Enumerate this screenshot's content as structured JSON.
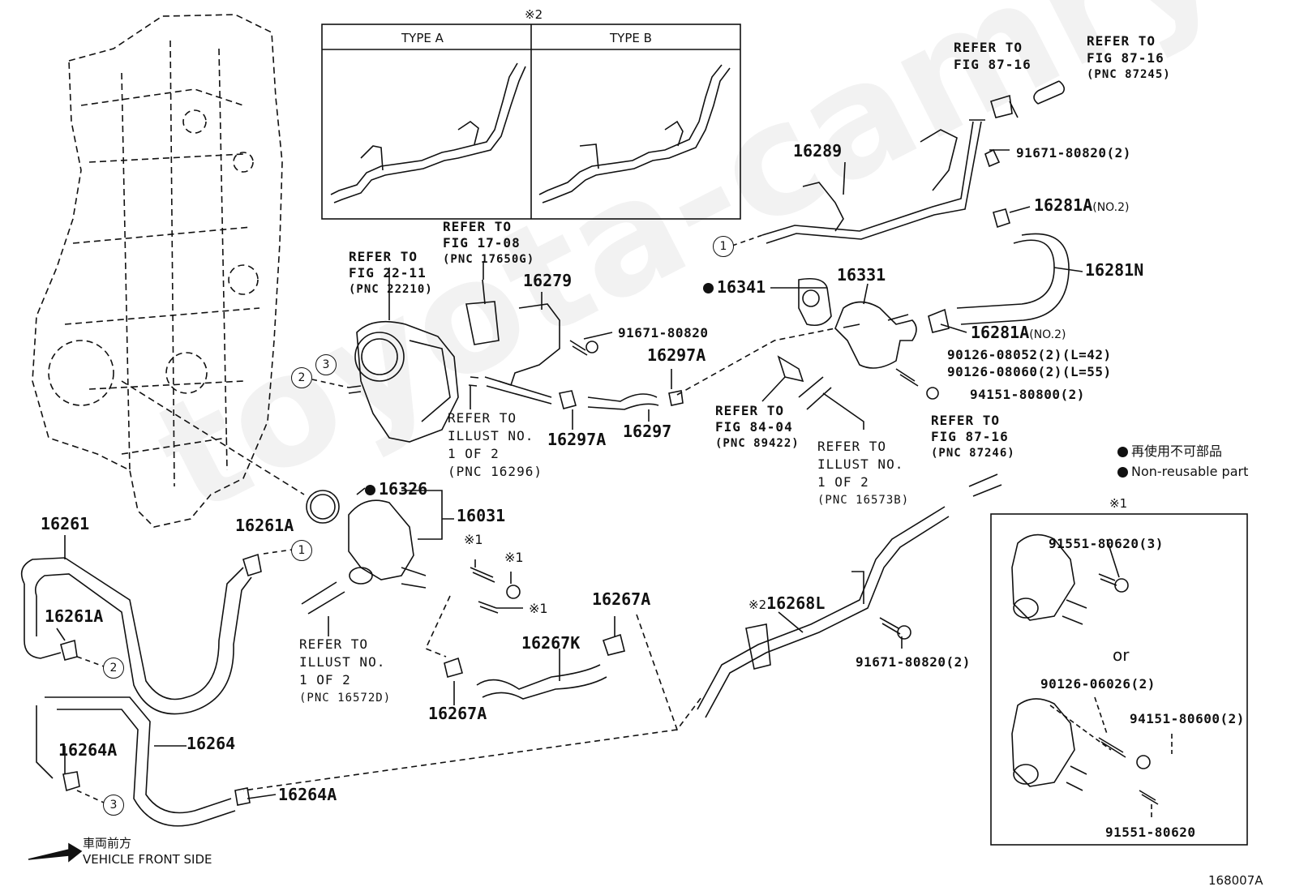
{
  "diagram_id": "168007A",
  "watermark": "toyota-camry.ru",
  "legend": {
    "jp": "再使用不可部品",
    "en": "Non-reusable part"
  },
  "front": {
    "jp": "車両前方",
    "en": "VEHICLE FRONT SIDE"
  },
  "box2": {
    "mark": "※2",
    "type_a": "TYPE A",
    "type_b": "TYPE B"
  },
  "box1": {
    "mark": "※1",
    "or": "or",
    "p1": "91551-80620(3)",
    "p2": "90126-06026(2)",
    "p3": "94151-80600(2)",
    "p4": "91551-80620"
  },
  "circles": [
    "1",
    "2",
    "3"
  ],
  "parts": {
    "p16289": "16289",
    "p91671_top": "91671-80820(2)",
    "p16281A_top": "16281A",
    "no2": "(NO.2)",
    "p16281N": "16281N",
    "p16281A_mid": "16281A",
    "p16341": "16341",
    "p16331": "16331",
    "p16279": "16279",
    "p91671_mid": "91671-80820",
    "p16297A_top": "16297A",
    "p90126_42": "90126-08052(2)(L=42)",
    "p90126_55": "90126-08060(2)(L=55)",
    "p94151": "94151-80800(2)",
    "p16297A_bot": "16297A",
    "p16297": "16297",
    "p16326": "16326",
    "p16031": "16031",
    "p16261": "16261",
    "p16261A_top": "16261A",
    "p16261A_left": "16261A",
    "mark1a": "※1",
    "mark1b": "※1",
    "mark1c": "※1",
    "p16267A_top": "16267A",
    "p16267K": "16267K",
    "p16267A_bot": "16267A",
    "mark2": "※2",
    "p16268L": "16268L",
    "p91671_bot": "91671-80820(2)",
    "p16264": "16264",
    "p16264A_left": "16264A",
    "p16264A_right": "16264A"
  },
  "refs": {
    "r_top1": [
      "REFER TO",
      "FIG 87-16"
    ],
    "r_top2": [
      "REFER TO",
      "FIG 87-16",
      "(PNC 87245)"
    ],
    "r_17": [
      "REFER TO",
      "FIG 17-08",
      "(PNC 17650G)"
    ],
    "r_22": [
      "REFER TO",
      "FIG 22-11",
      "(PNC 22210)"
    ],
    "r_ill1": [
      "REFER TO",
      "ILLUST NO.",
      "1 OF 2",
      "(PNC 16296)"
    ],
    "r_84": [
      "REFER TO",
      "FIG 84-04",
      "(PNC 89422)"
    ],
    "r_ill2": [
      "REFER TO",
      "ILLUST NO.",
      "1 OF 2",
      "(PNC 16573B)"
    ],
    "r_87b": [
      "REFER TO",
      "FIG 87-16",
      "(PNC 87246)"
    ],
    "r_ill3": [
      "REFER TO",
      "ILLUST NO.",
      "1 OF 2",
      "(PNC 16572D)"
    ]
  }
}
